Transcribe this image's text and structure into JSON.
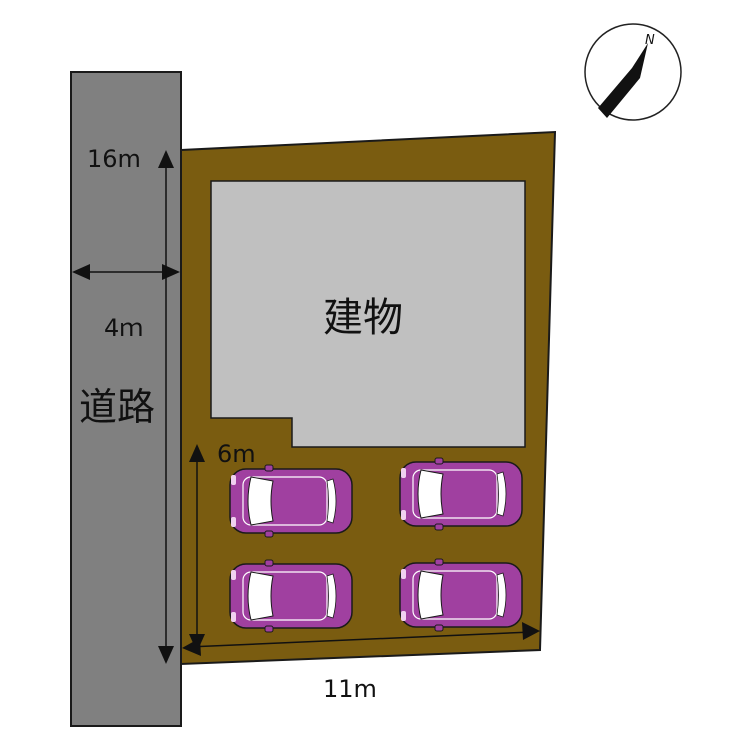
{
  "labels": {
    "road": "道路",
    "building": "建物",
    "road_width": "4ｍ",
    "depth": "16m",
    "parking_depth": "6m",
    "frontage": "11m",
    "north": "N"
  },
  "parking": {
    "count": 4
  },
  "colors": {
    "road": "#808080",
    "lot": "#7a5c10",
    "building": "#c0c0c0",
    "car": "#a040a0",
    "outline": "#1a1a1a"
  },
  "icons": {
    "compass": "north-arrow-icon",
    "car": "car-icon"
  }
}
